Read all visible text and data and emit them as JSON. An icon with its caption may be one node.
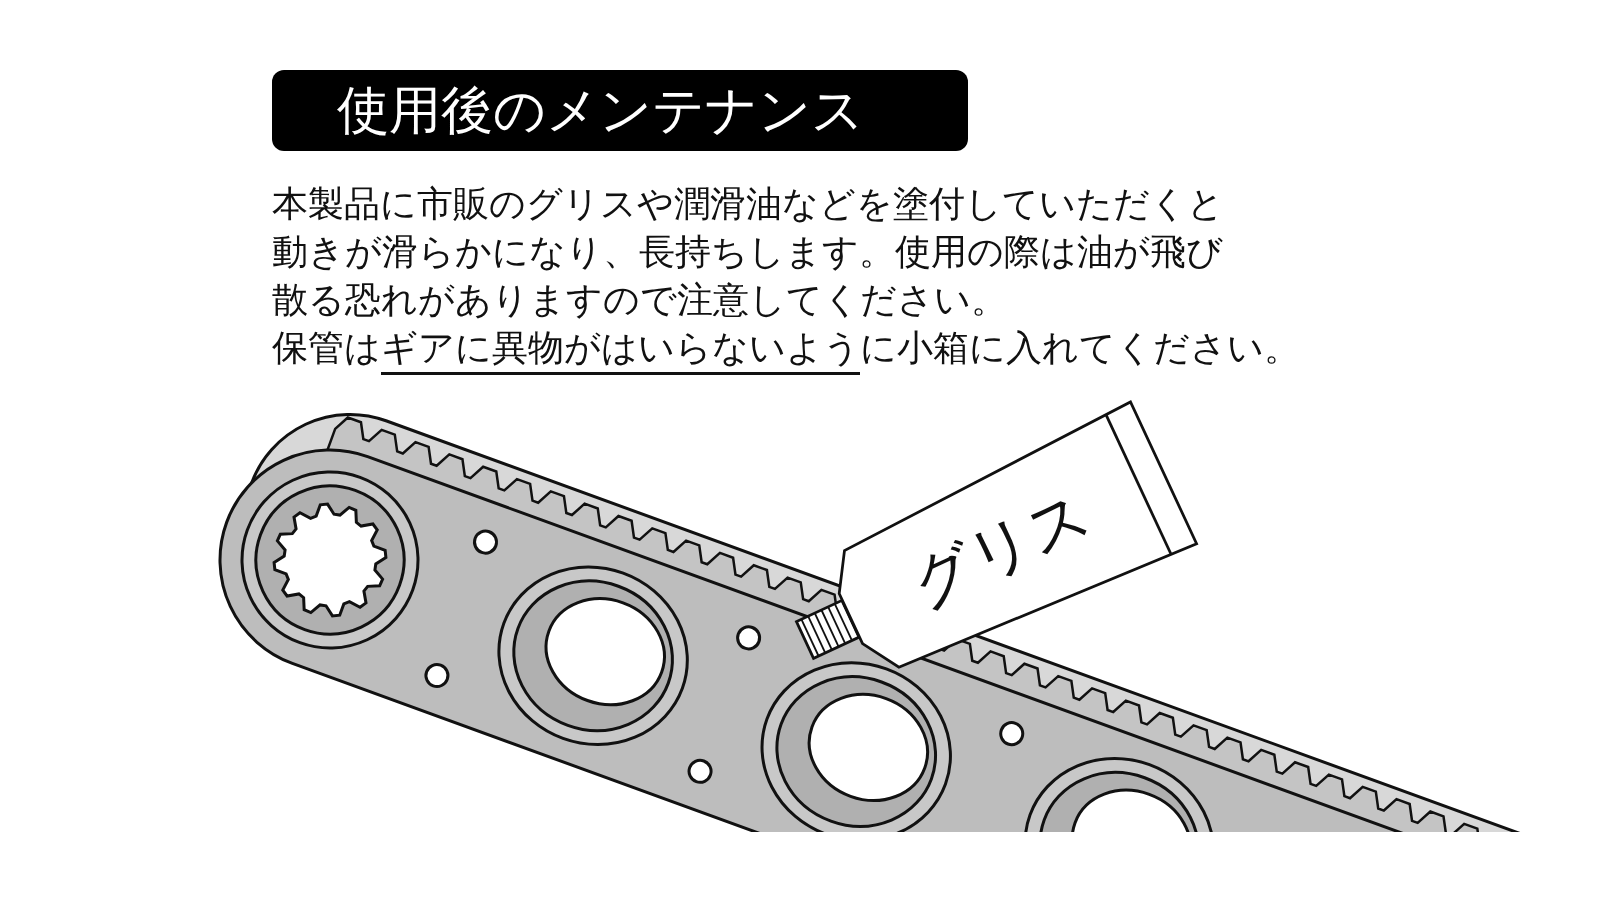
{
  "diagram": {
    "title": "使用後のメンテナンス",
    "labels": [
      "本製品に市販のグリスや潤滑油などを塗付していただくと動きが滑らかになり、長持ちします。使用の際は油が飛び散る恐れがありますので注意してください。",
      "保管は",
      "ギアに異物がはいらないよう",
      "に小箱に入れてください。",
      "グリス"
    ]
  }
}
